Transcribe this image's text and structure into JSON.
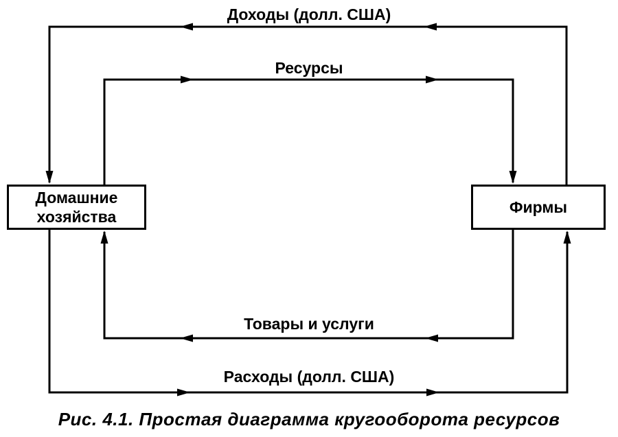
{
  "figure": {
    "caption": "Рис. 4.1. Простая диаграмма кругооборота ресурсов",
    "nodes": {
      "households": {
        "lines": [
          "Домашние",
          "хозяйства"
        ]
      },
      "firms": {
        "label": "Фирмы"
      }
    },
    "flows": {
      "income": {
        "label": "Доходы (долл. США)",
        "direction": "firms→households"
      },
      "resources": {
        "label": "Ресурсы",
        "direction": "households→firms"
      },
      "goods": {
        "label": "Товары и услуги",
        "direction": "firms→households"
      },
      "expenses": {
        "label": "Расходы (долл. США)",
        "direction": "households→firms"
      }
    },
    "colors": {
      "ink": "#000000",
      "paper": "#ffffff"
    }
  }
}
